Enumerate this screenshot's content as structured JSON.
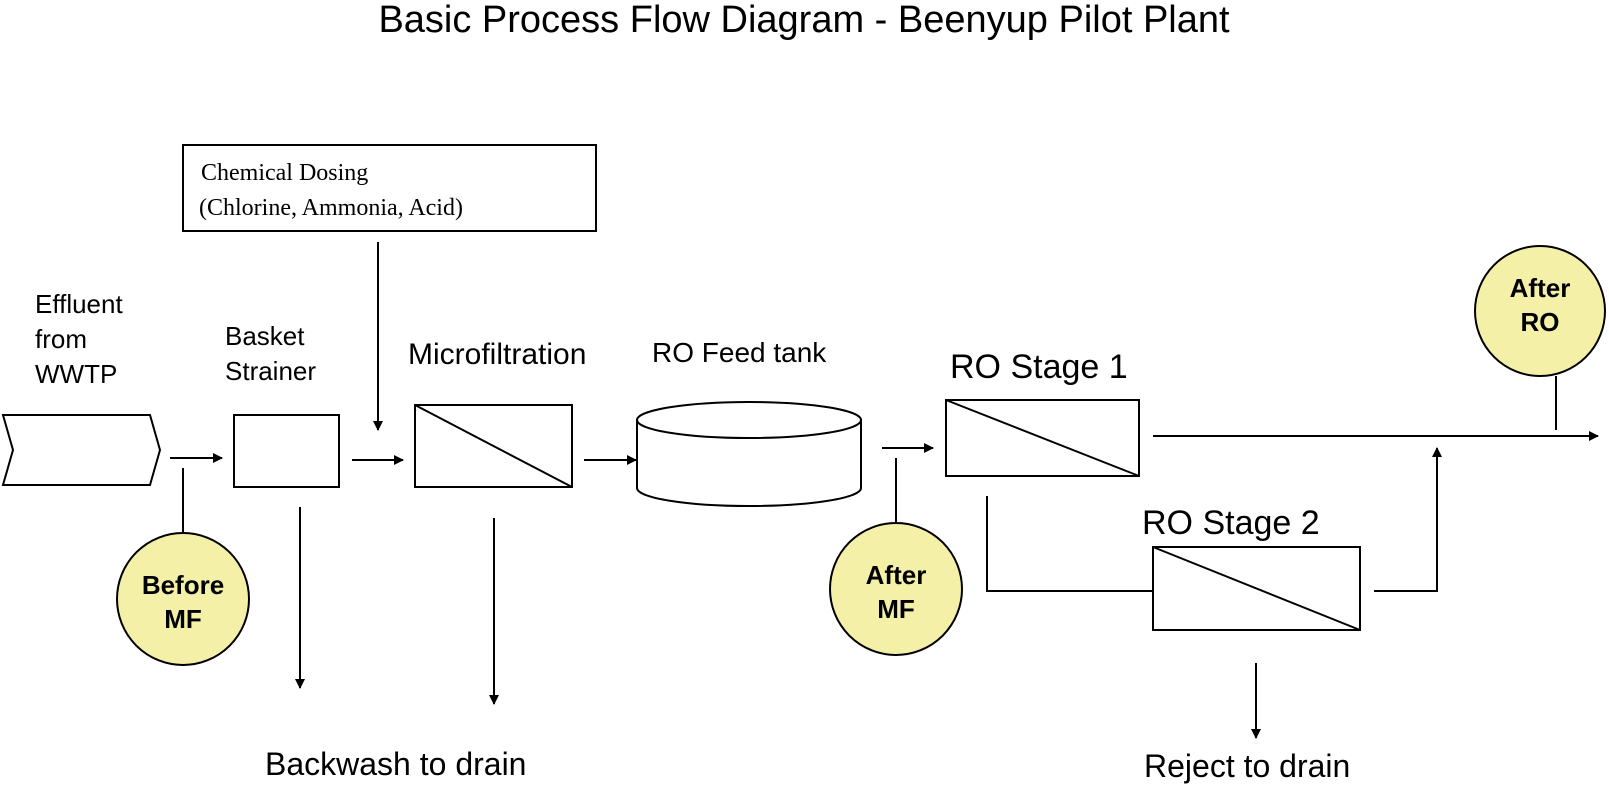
{
  "title": "Basic Process Flow Diagram - Beenyup Pilot Plant",
  "chemical_dosing": {
    "line1": "Chemical Dosing",
    "line2": "(Chlorine, Ammonia, Acid)"
  },
  "nodes": {
    "effluent": [
      "Effluent",
      "from",
      "WWTP"
    ],
    "basket_strainer": [
      "Basket",
      "Strainer"
    ],
    "microfiltration": "Microfiltration",
    "ro_feed_tank": "RO Feed tank",
    "ro_stage_1": "RO Stage 1",
    "ro_stage_2": "RO Stage 2"
  },
  "sample_points": {
    "before_mf": [
      "Before",
      "MF"
    ],
    "after_mf": [
      "After",
      "MF"
    ],
    "after_ro": [
      "After",
      "RO"
    ]
  },
  "outputs": {
    "backwash": "Backwash to drain",
    "reject": "Reject to drain"
  },
  "colors": {
    "sample_point_fill": "#F5F0A8",
    "stroke": "#000000",
    "background": "#FFFFFF"
  }
}
